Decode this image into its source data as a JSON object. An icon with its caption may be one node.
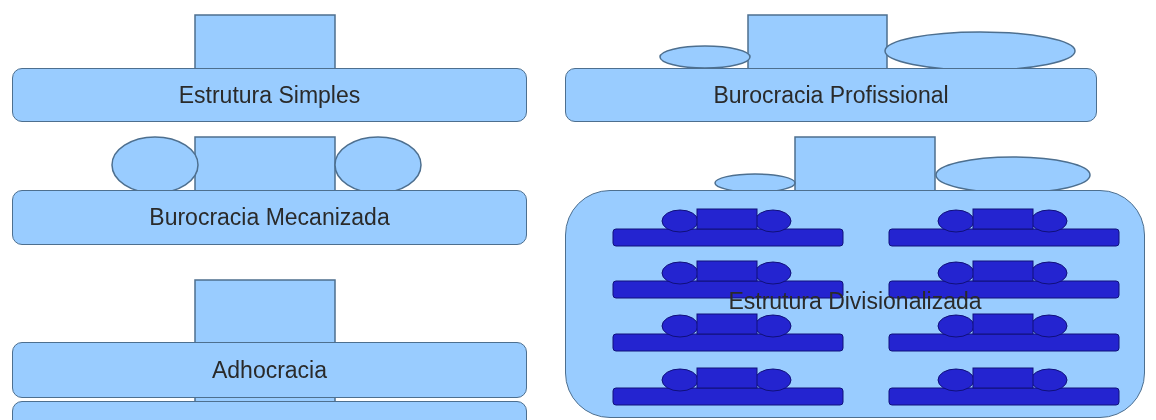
{
  "diagram": {
    "nodes": [
      {
        "text": [
          "Estrutura Simples"
        ]
      },
      {
        "text": [
          "Burocracia Profissional"
        ]
      },
      {
        "text": [
          "Burocracia Mecanizada"
        ]
      },
      {
        "text": [
          "Estrutura Divisionalizada"
        ]
      },
      {
        "text": [
          "Adhocracia"
        ]
      },
      {
        "text": [],
        "shape": "box"
      }
    ],
    "edges": []
  }
}
